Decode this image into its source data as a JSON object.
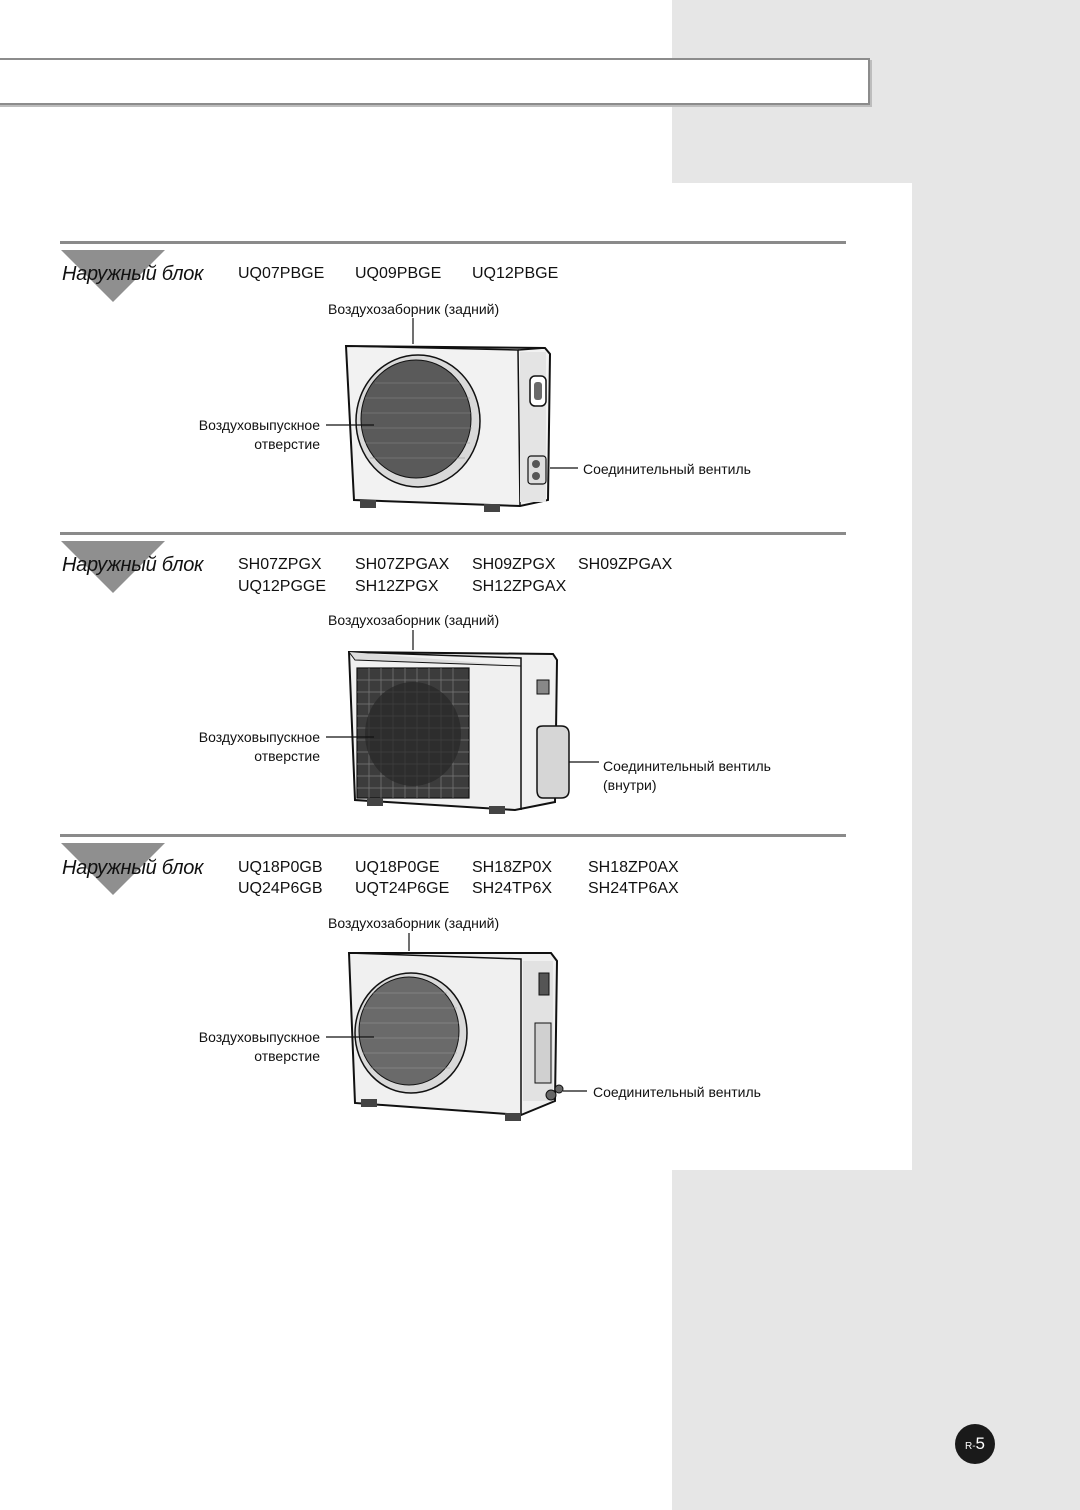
{
  "sections": [
    {
      "heading": "Наружный блок",
      "models_row1": [
        "UQ07PBGE",
        "UQ09PBGE",
        "UQ12PBGE"
      ],
      "models_row2": [],
      "label_intake": "Воздухозаборник (задний)",
      "label_outlet_1": "Воздуховыпускное",
      "label_outlet_2": "отверстие",
      "label_valve_1": "Соединительный вентиль",
      "label_valve_2": ""
    },
    {
      "heading": "Наружный блок",
      "models_row1": [
        "SH07ZPGX",
        "SH07ZPGAX",
        "SH09ZPGX",
        "SH09ZPGAX"
      ],
      "models_row2": [
        "UQ12PGGE",
        "SH12ZPGX",
        "SH12ZPGAX"
      ],
      "label_intake": "Воздухозаборник (задний)",
      "label_outlet_1": "Воздуховыпускное",
      "label_outlet_2": "отверстие",
      "label_valve_1": "Соединительный вентиль",
      "label_valve_2": "(внутри)"
    },
    {
      "heading": "Наружный блок",
      "models_row1": [
        "UQ18P0GB",
        "UQ18P0GE",
        "SH18ZP0X",
        "SH18ZP0AX"
      ],
      "models_row2": [
        "UQ24P6GB",
        "UQT24P6GE",
        "SH24TP6X",
        "SH24TP6AX"
      ],
      "label_intake": "Воздухозаборник (задний)",
      "label_outlet_1": "Воздуховыпускное",
      "label_outlet_2": "отверстие",
      "label_valve_1": "Соединительный вентиль",
      "label_valve_2": ""
    }
  ],
  "page": {
    "prefix": "R-",
    "number": "5"
  }
}
